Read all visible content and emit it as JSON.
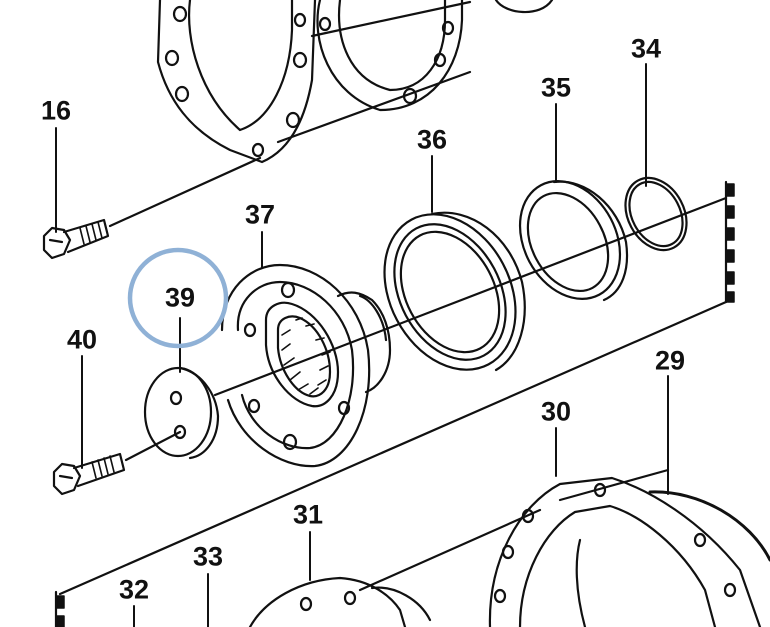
{
  "colors": {
    "ink": "#111111",
    "highlight": "#8fb1d6",
    "background": "#ffffff"
  },
  "labels": {
    "p16": "16",
    "p29": "29",
    "p30": "30",
    "p31": "31",
    "p32": "32",
    "p33": "33",
    "p34": "34",
    "p35": "35",
    "p36": "36",
    "p37": "37",
    "p39": "39",
    "p40": "40"
  },
  "highlighted_part": "39"
}
